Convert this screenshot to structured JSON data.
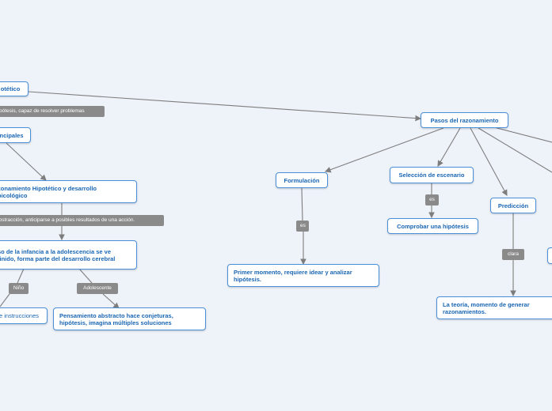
{
  "nodes": {
    "root": "otético",
    "principales": "ncipales",
    "razonamiento": "zonamiento Hipotético y desarrollo\npicológico",
    "proceso": "so de la infancia a la adolescencia se ve\nfinido, forma parte del desarrollo cerebral",
    "instrucciones": "e instrucciones",
    "pensamiento": "Pensamiento abstracto hace conjeturas, hipótesis, imagina múltiples soluciones",
    "pasos": "Pasos del razonamiento",
    "formulacion": "Formulación",
    "primer_momento": "Primer momento, requiere idear y analizar hipótesis.",
    "seleccion": "Selección de escenario",
    "comprobar": "Comprobar una hipótesis",
    "prediccion": "Predicción",
    "teoria": "La teoría, momento de generar razonamientos."
  },
  "tags": {
    "capaz": "pótesis, capaz de resolver problemas",
    "abstraccion": "abstracción, anticiparse a posibles resultados de una acción.",
    "nino": "Niño",
    "adolescente": "Adolescente",
    "es_formulacion": "es",
    "es_seleccion": "es",
    "clara": "clara"
  },
  "colors": {
    "background": "#eef2f9",
    "node_border": "#4a90d9",
    "node_text": "#1a66b3",
    "tag_bg": "#8a8a8a",
    "edge": "#7d7d7d"
  }
}
